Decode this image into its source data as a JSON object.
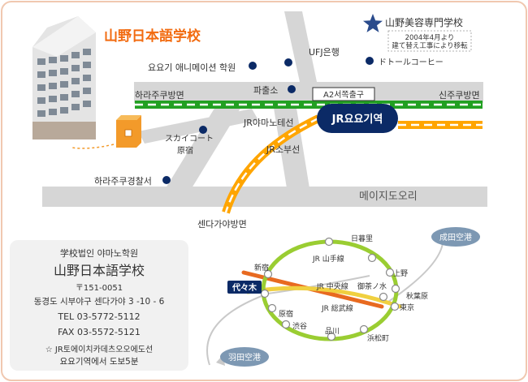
{
  "school_name": "山野日本語学校",
  "landmarks": {
    "beauty_school": "山野美容専門学校",
    "beauty_note_1": "2004年4月より",
    "beauty_note_2": "建て替え工事により移転",
    "ufj_bank": "UFJ은행",
    "doutor": "ドトールコーヒー",
    "animation_school": "요요기 애니메이션 학원",
    "police_box": "파출소",
    "north_exit": "A2서쪽출구",
    "jr_yoyogi": "JR요요기역",
    "harajuku_direction": "하라주쿠방면",
    "shinjuku_direction": "신주쿠방면",
    "jr_yamanote": "JR야마노테선",
    "skycourt_1": "スカイコート",
    "skycourt_2": "原宿",
    "jr_sobu": "JR소부선",
    "harajuku_police": "하라주쿠경찰서",
    "meiji_dori": "메이지도오리",
    "sendagaya_direction": "센다가야방면"
  },
  "info": {
    "corp": "学校법인 야마노학원",
    "name": "山野日本語学校",
    "postal": "〒151-0051",
    "address": "동경도 시부야구 센다가야 3 -10 - 6",
    "tel": "TEL  03-5772-5112",
    "fax": "FAX  03-5572-5121",
    "access_1": "☆ JR토에이치카데츠오오에도선",
    "access_2": "요요기역에서 도보5분"
  },
  "rail_map": {
    "narita": "成田空港",
    "haneda": "羽田空港",
    "nippori": "日暮里",
    "shinjuku": "新宿",
    "yoyogi": "代々木",
    "ueno": "上野",
    "ochanomizu": "御茶ノ水",
    "akihabara": "秋葉原",
    "tokyo": "東京",
    "harajuku": "原宿",
    "shibuya": "渋谷",
    "shinagawa": "品川",
    "hamamatsucho": "浜松町",
    "yamanote_line": "JR 山手線",
    "chuo_line": "JR 中央線",
    "sobu_line": "JR 総武線"
  },
  "colors": {
    "frame": "#f0c8b0",
    "road": "#d6d6d6",
    "yamanote": "#22a022",
    "sobu": "#ffa500",
    "station": "#0b2a66",
    "chuo_rail": "#e86a20",
    "sobu_rail": "#f0d040",
    "yamanote_rail": "#9acd32",
    "airport": "#7d98b3",
    "school_title": "#f26b10"
  }
}
